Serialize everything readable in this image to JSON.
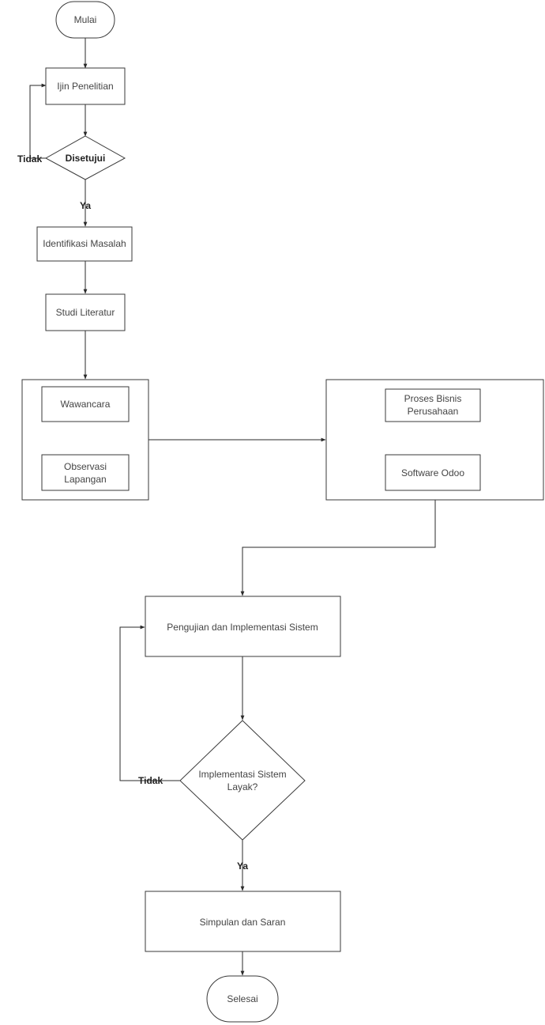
{
  "nodes": {
    "start": "Mulai",
    "permit": "Ijin Penelitian",
    "approved": "Disetujui",
    "problem_id": "Identifikasi Masalah",
    "literature": "Studi Literatur",
    "interview": "Wawancara",
    "observation_1": "Observasi",
    "observation_2": "Lapangan",
    "business_1": "Proses Bisnis",
    "business_2": "Perusahaan",
    "odoo": "Software Odoo",
    "testing": "Pengujian dan Implementasi Sistem",
    "feasible_1": "Implementasi Sistem",
    "feasible_2": "Layak?",
    "conclusion": "Simpulan dan Saran",
    "end": "Selesai"
  },
  "edge_labels": {
    "approved_no": "Tidak",
    "approved_yes": "Ya",
    "feasible_no": "Tidak",
    "feasible_yes": "Ya"
  }
}
